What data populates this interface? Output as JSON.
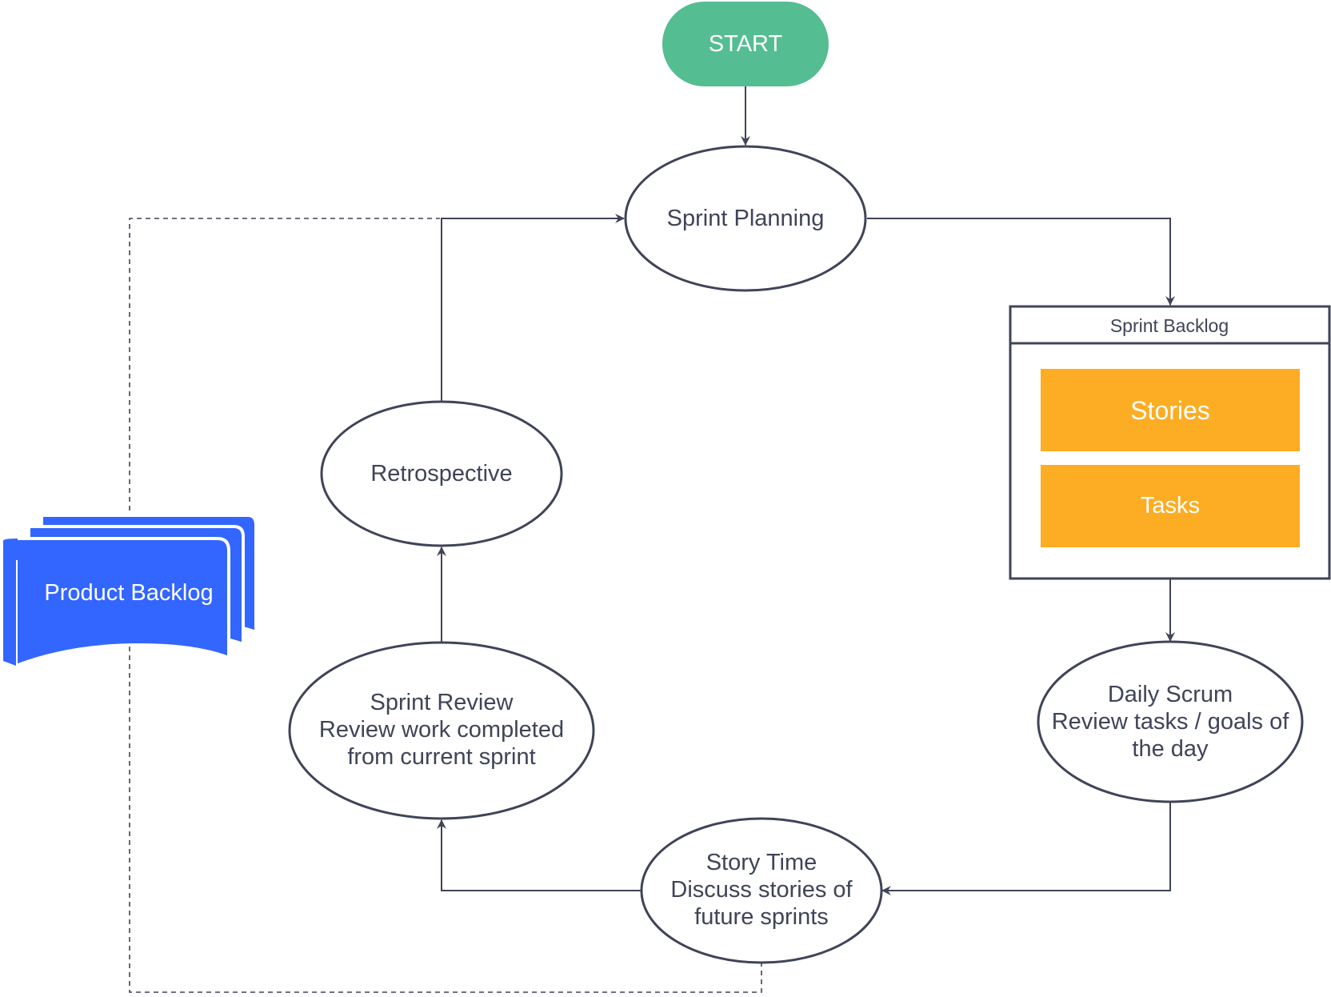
{
  "colors": {
    "stroke": "#3f4458",
    "start_fill": "#55bd92",
    "item_fill": "#fcad23",
    "backlog_fill": "#3366ff",
    "background": "#ffffff"
  },
  "nodes": {
    "start": {
      "label": "START"
    },
    "sprint_planning": {
      "label": "Sprint Planning"
    },
    "sprint_backlog": {
      "title": "Sprint Backlog",
      "items": [
        "Stories",
        "Tasks"
      ]
    },
    "daily_scrum": {
      "lines": [
        "Daily Scrum",
        "Review tasks / goals of",
        "the day"
      ]
    },
    "story_time": {
      "lines": [
        "Story Time",
        "Discuss stories of",
        "future sprints"
      ]
    },
    "sprint_review": {
      "lines": [
        "Sprint Review",
        "Review work completed",
        "from current sprint"
      ]
    },
    "retrospective": {
      "label": "Retrospective"
    },
    "product_backlog": {
      "label": "Product Backlog"
    }
  },
  "edges": [
    {
      "from": "START",
      "to": "Sprint Planning",
      "style": "solid"
    },
    {
      "from": "Sprint Planning",
      "to": "Sprint Backlog",
      "style": "solid"
    },
    {
      "from": "Sprint Backlog",
      "to": "Daily Scrum",
      "style": "solid"
    },
    {
      "from": "Daily Scrum",
      "to": "Story Time",
      "style": "solid"
    },
    {
      "from": "Story Time",
      "to": "Sprint Review",
      "style": "solid"
    },
    {
      "from": "Sprint Review",
      "to": "Retrospective",
      "style": "solid"
    },
    {
      "from": "Retrospective",
      "to": "Sprint Planning",
      "style": "solid"
    },
    {
      "from": "Story Time",
      "to": "Sprint Planning",
      "style": "dashed"
    }
  ]
}
